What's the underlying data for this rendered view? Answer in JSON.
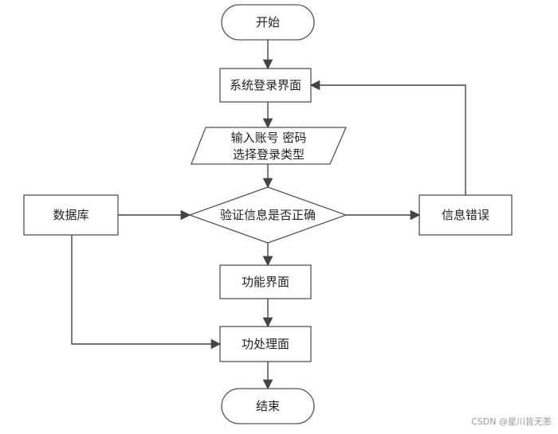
{
  "diagram": {
    "nodes": {
      "start": "开始",
      "login": "系统登录界面",
      "input_line1": "输入账号 密码",
      "input_line2": "选择登录类型",
      "database": "数据库",
      "verify": "验证信息是否正确",
      "error": "信息错误",
      "function": "功能界面",
      "process": "功处理面",
      "end": "结束"
    }
  },
  "watermark": "CSDN @星川皆无恙",
  "colors": {
    "stroke": "#555555",
    "fill": "#ffffff",
    "text": "#222222"
  }
}
